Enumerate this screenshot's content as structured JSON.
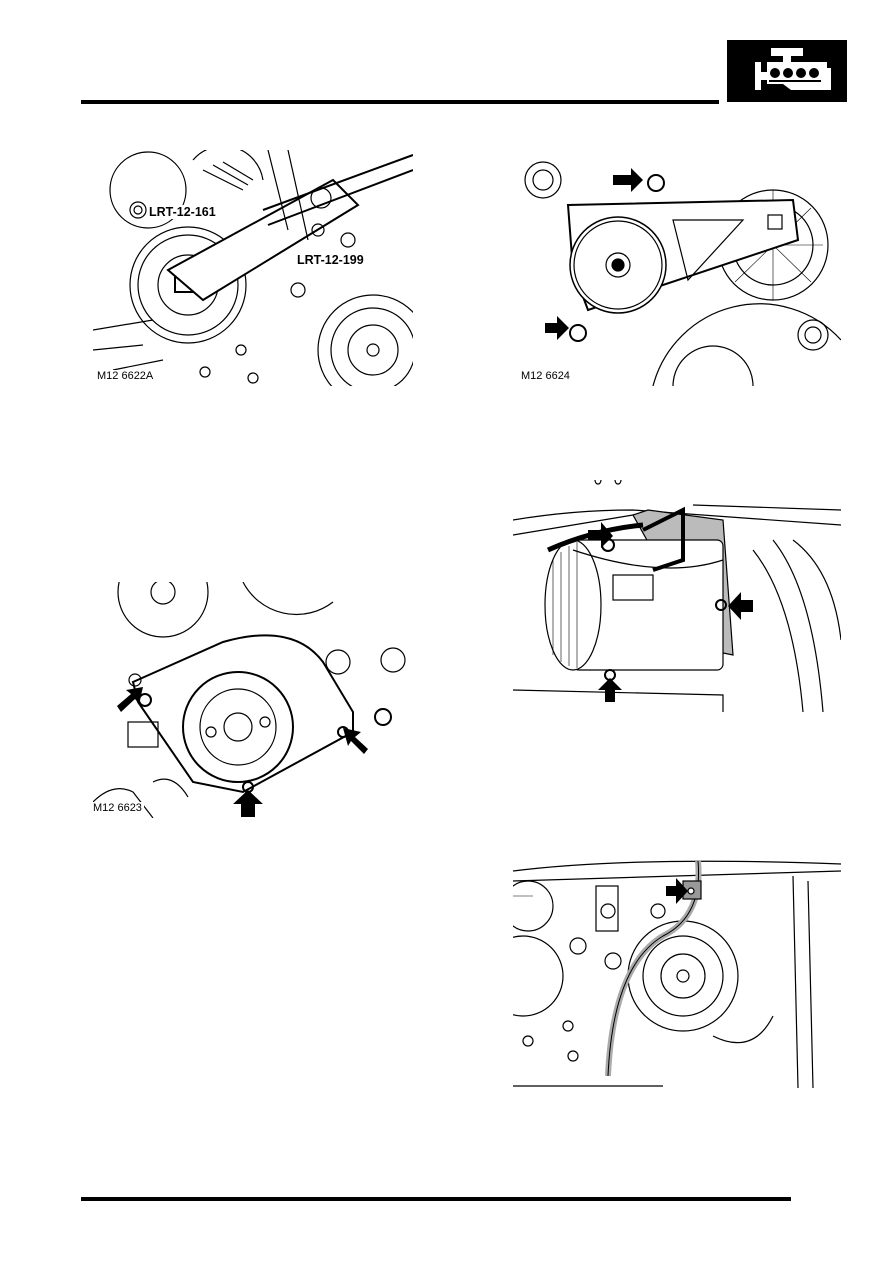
{
  "header": {
    "section_icon": "engine-icon",
    "rule_color": "#000000"
  },
  "figures": [
    {
      "id": "fig1",
      "code": "M12 6622A",
      "callouts": [
        "LRT-12-161",
        "LRT-12-199"
      ],
      "subject": "tensioner-pulley-with-tool"
    },
    {
      "id": "fig2",
      "code": "M12 6624",
      "arrows": 2,
      "subject": "belt-tensioner-bolts"
    },
    {
      "id": "fig3",
      "code": "M12 6623",
      "arrows": 3,
      "subject": "timing-cover-bolts"
    },
    {
      "id": "fig4",
      "code": "",
      "arrows": 3,
      "subject": "ac-compressor-bolts"
    },
    {
      "id": "fig5",
      "code": "",
      "arrows": 1,
      "subject": "compressor-harness-bracket"
    }
  ],
  "footer": {
    "rule_color": "#000000"
  }
}
